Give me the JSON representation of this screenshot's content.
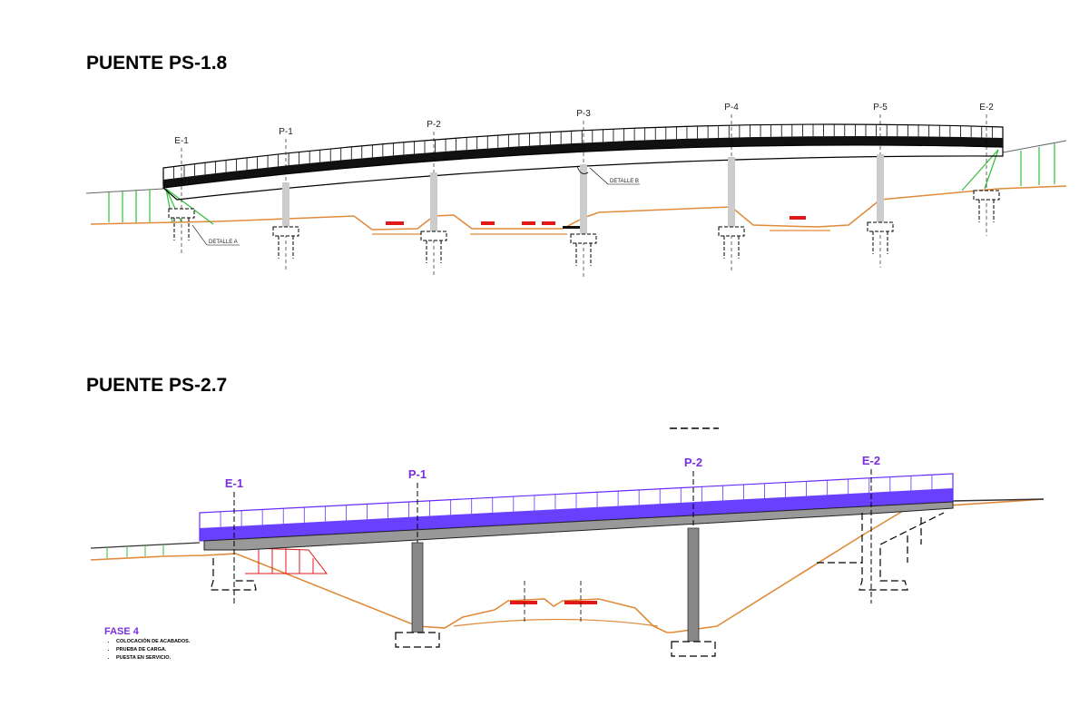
{
  "bridges": [
    {
      "title": "PUENTE PS-1.8",
      "supports": [
        "E-1",
        "P-1",
        "P-2",
        "P-3",
        "P-4",
        "P-5",
        "E-2"
      ],
      "details": [
        "DETALLE A",
        "DETALLE B"
      ]
    },
    {
      "title": "PUENTE PS-2.7",
      "supports": [
        "E-1",
        "P-1",
        "P-2",
        "E-2"
      ],
      "phase": {
        "title": "FASE 4",
        "items": [
          "COLOCACIÓN DE ACABADOS.",
          "PRUEBA DE CARGA.",
          "PUESTA EN SERVICIO."
        ]
      }
    }
  ],
  "colors": {
    "ground": "#e08a3a",
    "slope": "#2fbf3a",
    "track": "#e01818",
    "railing2": "#6a2bff",
    "label2": "#7a2ee0"
  }
}
